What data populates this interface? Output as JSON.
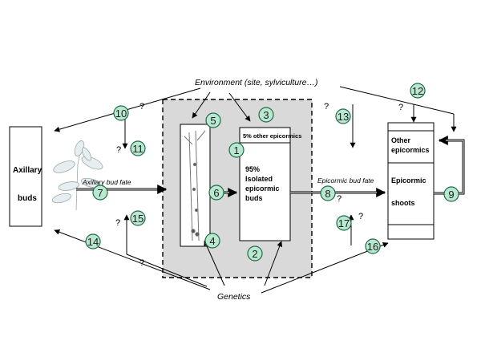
{
  "environment_label": "Environment (site, sylviculture…)",
  "genetics_label": "Genetics",
  "axillary_box": {
    "line1": "Axillary",
    "line2": "buds"
  },
  "axillary_fate_label": "Axillary bud fate",
  "epicormic_fate_label": "Epicormic bud fate",
  "bud_box": {
    "top": "5% other epicormics",
    "line1": "95%",
    "line2": "Isolated",
    "line3": "epicormic",
    "line4": "buds"
  },
  "right_box": {
    "top_line1": "Other",
    "top_line2": "epicormics",
    "bottom_line1": "Epicormic",
    "bottom_line2": "shoots"
  },
  "question_mark": "?",
  "numbers": [
    "1",
    "2",
    "3",
    "4",
    "5",
    "6",
    "7",
    "8",
    "9",
    "10",
    "11",
    "12",
    "13",
    "14",
    "15",
    "16",
    "17"
  ],
  "colors": {
    "shaded_zone": "#d9d9d9",
    "number_fill": "#b9e7cf",
    "number_stroke": "#1e6a47",
    "line": "#000000"
  }
}
